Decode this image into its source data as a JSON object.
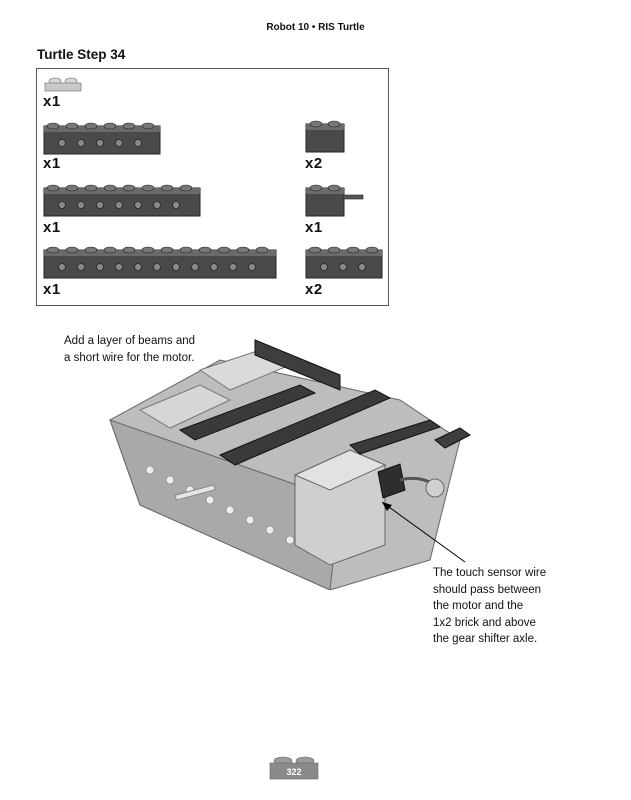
{
  "header": {
    "text": "Robot 10 • RIS Turtle"
  },
  "step": {
    "title": "Turtle Step 34"
  },
  "parts": [
    {
      "name": "1x2 plate, light gray",
      "qty": "x1"
    },
    {
      "name": "1x6 technic beam",
      "qty": "x1"
    },
    {
      "name": "1x2 brick",
      "qty": "x2"
    },
    {
      "name": "1x8 technic beam",
      "qty": "x1"
    },
    {
      "name": "short wire brick",
      "qty": "x1"
    },
    {
      "name": "1x12 technic beam",
      "qty": "x1"
    },
    {
      "name": "1x4 technic beam",
      "qty": "x2"
    }
  ],
  "instruction": {
    "line1": "Add a layer of beams and",
    "line2": "a short wire for the motor."
  },
  "callout": {
    "line1": "The touch sensor wire",
    "line2": "should pass between",
    "line3": "the motor and the",
    "line4": "1x2 brick and above",
    "line5": "the gear shifter axle."
  },
  "page_number": "322",
  "colors": {
    "beam": "#4a4a4a",
    "beam_top": "#6a6a6a",
    "light_gray": "#c8c8c8",
    "border": "#555555"
  }
}
